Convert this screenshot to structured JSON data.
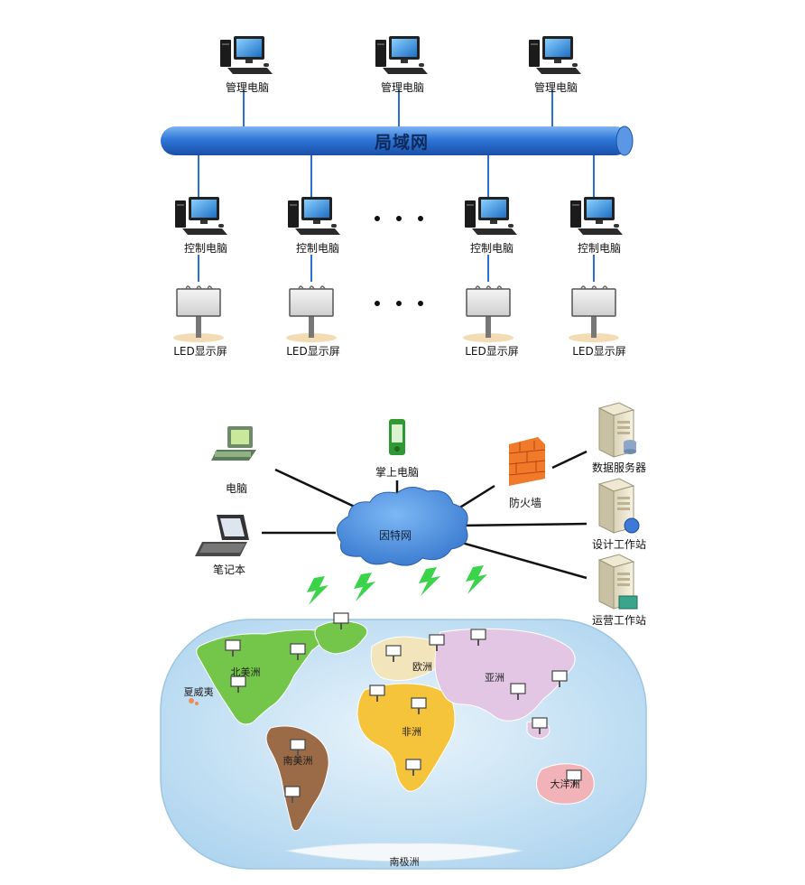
{
  "top_diagram": {
    "lan_label": "局域网",
    "management_pc_label": "管理电脑",
    "control_pc_label": "控制电脑",
    "led_screen_label": "LED显示屏",
    "management_pcs": [
      {
        "label": "管理电脑"
      },
      {
        "label": "管理电脑"
      },
      {
        "label": "管理电脑"
      }
    ],
    "control_columns": [
      {
        "pc_label": "控制电脑",
        "screen_label": "LED显示屏"
      },
      {
        "pc_label": "控制电脑",
        "screen_label": "LED显示屏"
      },
      {
        "pc_label": "控制电脑",
        "screen_label": "LED显示屏"
      },
      {
        "pc_label": "控制电脑",
        "screen_label": "LED显示屏"
      }
    ]
  },
  "bottom_diagram": {
    "internet_label": "因特网",
    "nodes": {
      "desktop": "电脑",
      "laptop": "笔记本",
      "handheld": "掌上电脑",
      "firewall": "防火墙",
      "db_server": "数据服务器",
      "design_ws": "设计工作站",
      "ops_ws": "运营工作站"
    },
    "continents": {
      "north_america": "北美洲",
      "hawaii": "夏威夷",
      "south_america": "南美洲",
      "europe": "欧洲",
      "africa": "非洲",
      "asia": "亚洲",
      "australia": "大洋洲",
      "antarctica": "南极洲"
    }
  }
}
